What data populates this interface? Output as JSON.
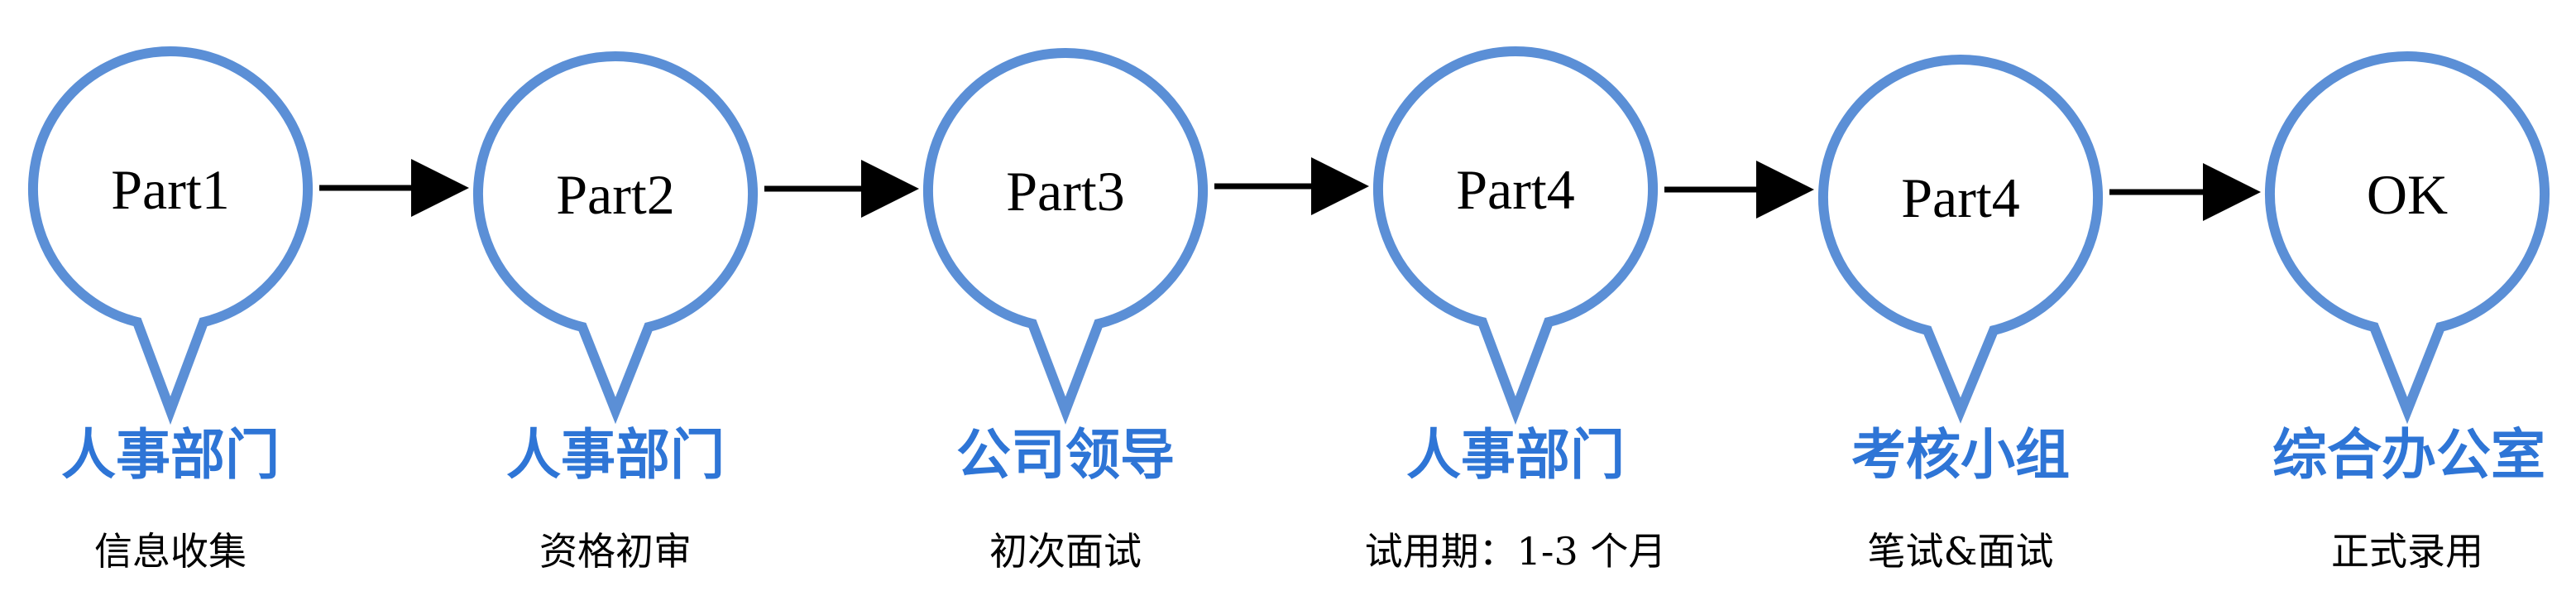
{
  "colors": {
    "bubble_stroke": "#5b8fd6",
    "dept_text": "#2e75d6",
    "arrow": "#000000"
  },
  "steps": [
    {
      "label": "Part1",
      "dept": "人事部门",
      "desc": "信息收集"
    },
    {
      "label": "Part2",
      "dept": "人事部门",
      "desc": "资格初审"
    },
    {
      "label": "Part3",
      "dept": "公司领导",
      "desc": "初次面试"
    },
    {
      "label": "Part4",
      "dept": "人事部门",
      "desc": "试用期：1-3 个月"
    },
    {
      "label": "Part4",
      "dept": "考核小组",
      "desc": "笔试&面试"
    },
    {
      "label": "OK",
      "dept": "综合办公室",
      "desc": "正式录用"
    }
  ]
}
